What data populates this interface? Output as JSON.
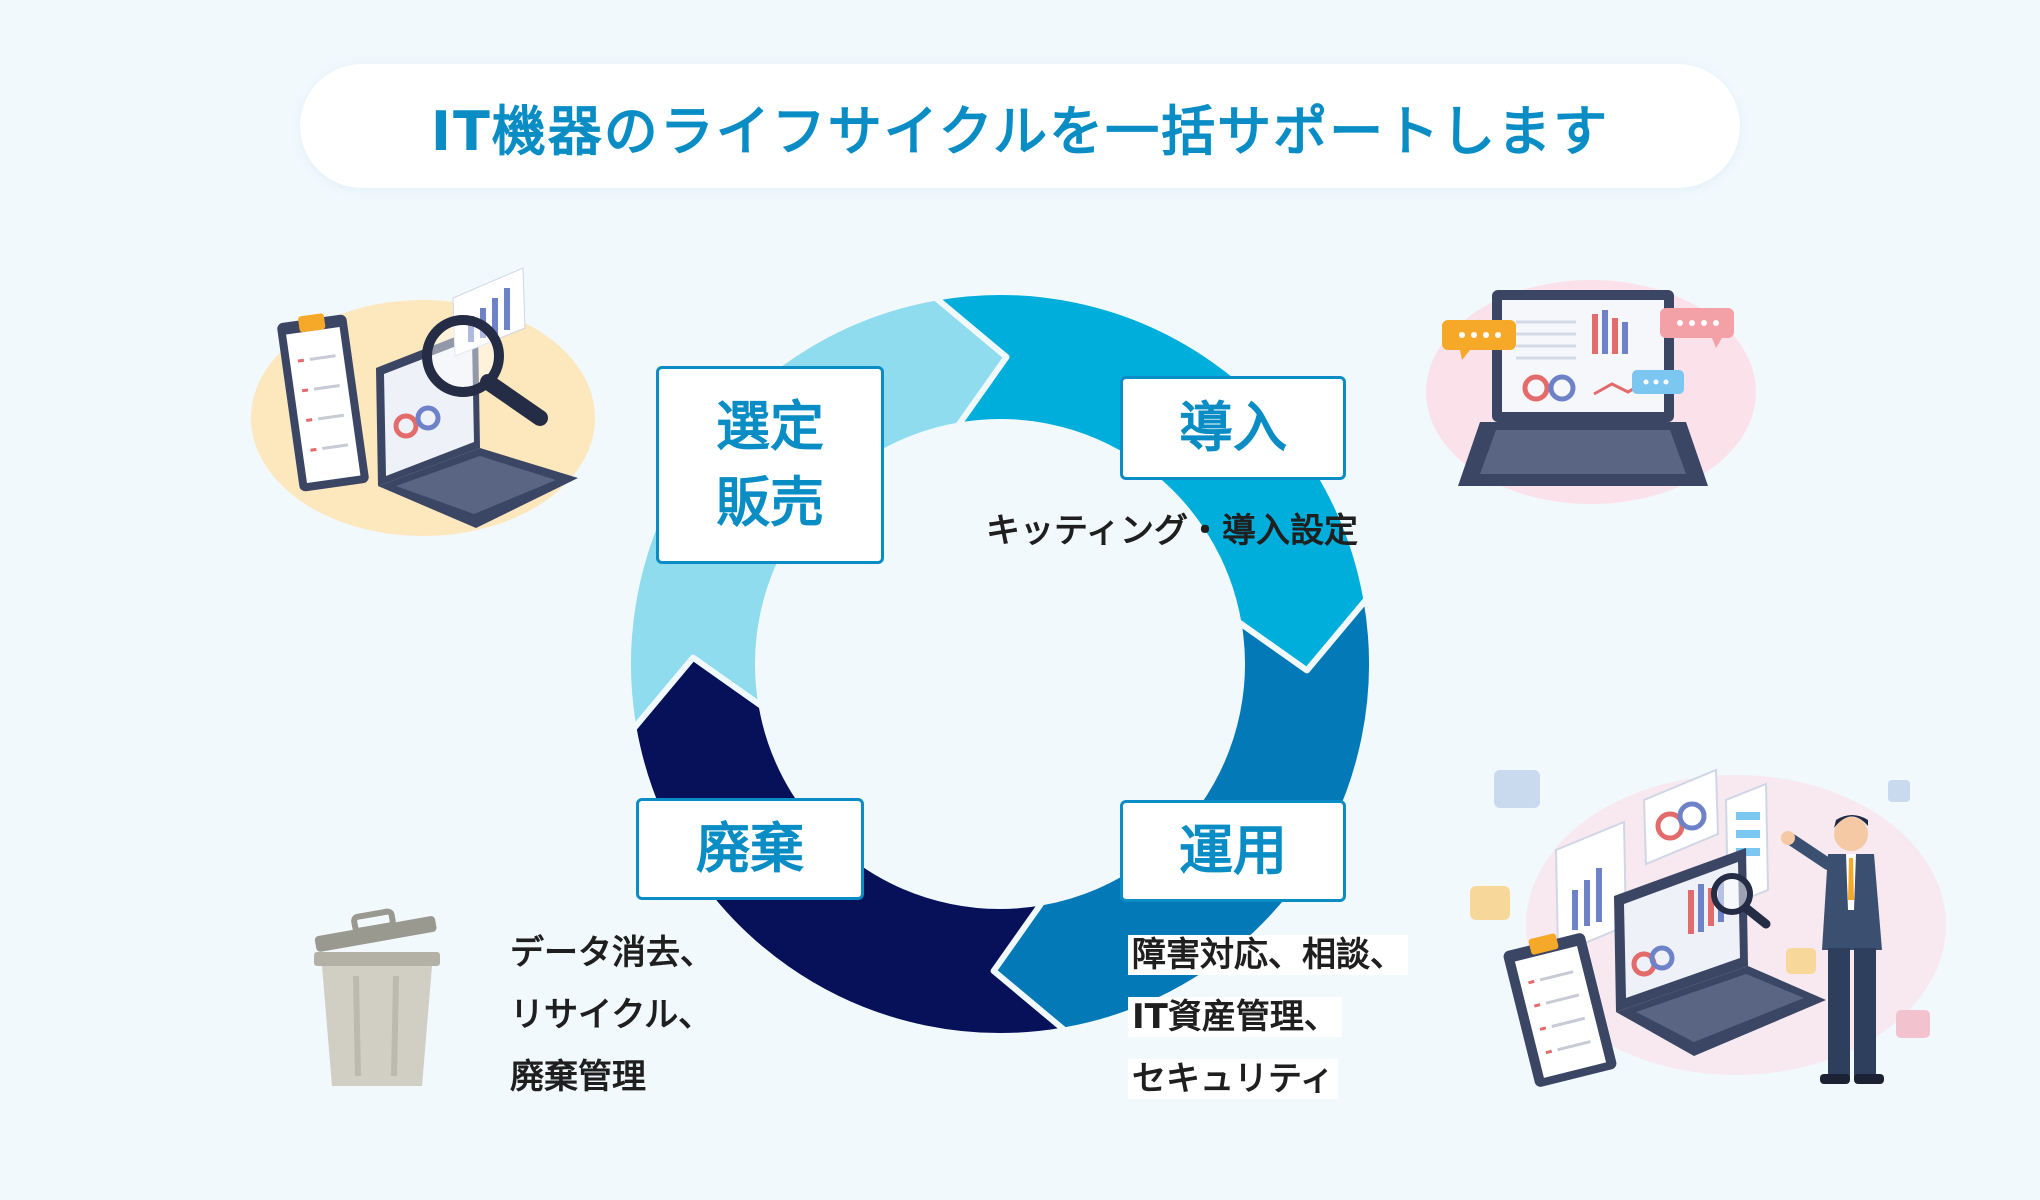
{
  "title": "IT機器のライフサイクルを一括サポートします",
  "stages": [
    {
      "id": "select",
      "label_line1": "選定",
      "label_line2": "販売",
      "color": "#8fdcef"
    },
    {
      "id": "install",
      "label": "導入",
      "color": "#00aedb",
      "description": "キッティング・導入設定"
    },
    {
      "id": "operate",
      "label": "運用",
      "color": "#0479b8",
      "description_lines": [
        "障害対応、相談、",
        "IT資産管理、",
        "セキュリティ"
      ]
    },
    {
      "id": "dispose",
      "label": "廃棄",
      "color": "#06115a",
      "description_lines": [
        "データ消去、",
        "リサイクル、",
        "廃棄管理"
      ]
    }
  ],
  "colors": {
    "accent": "#0a8dc4",
    "background": "#f1f9fd",
    "dark_text": "#1f1f1f"
  },
  "icons": {
    "select": "laptop-magnifier-clipboard-icon",
    "install": "laptop-chat-bubbles-icon",
    "operate": "businessman-presentation-icon",
    "dispose": "trash-can-icon"
  }
}
